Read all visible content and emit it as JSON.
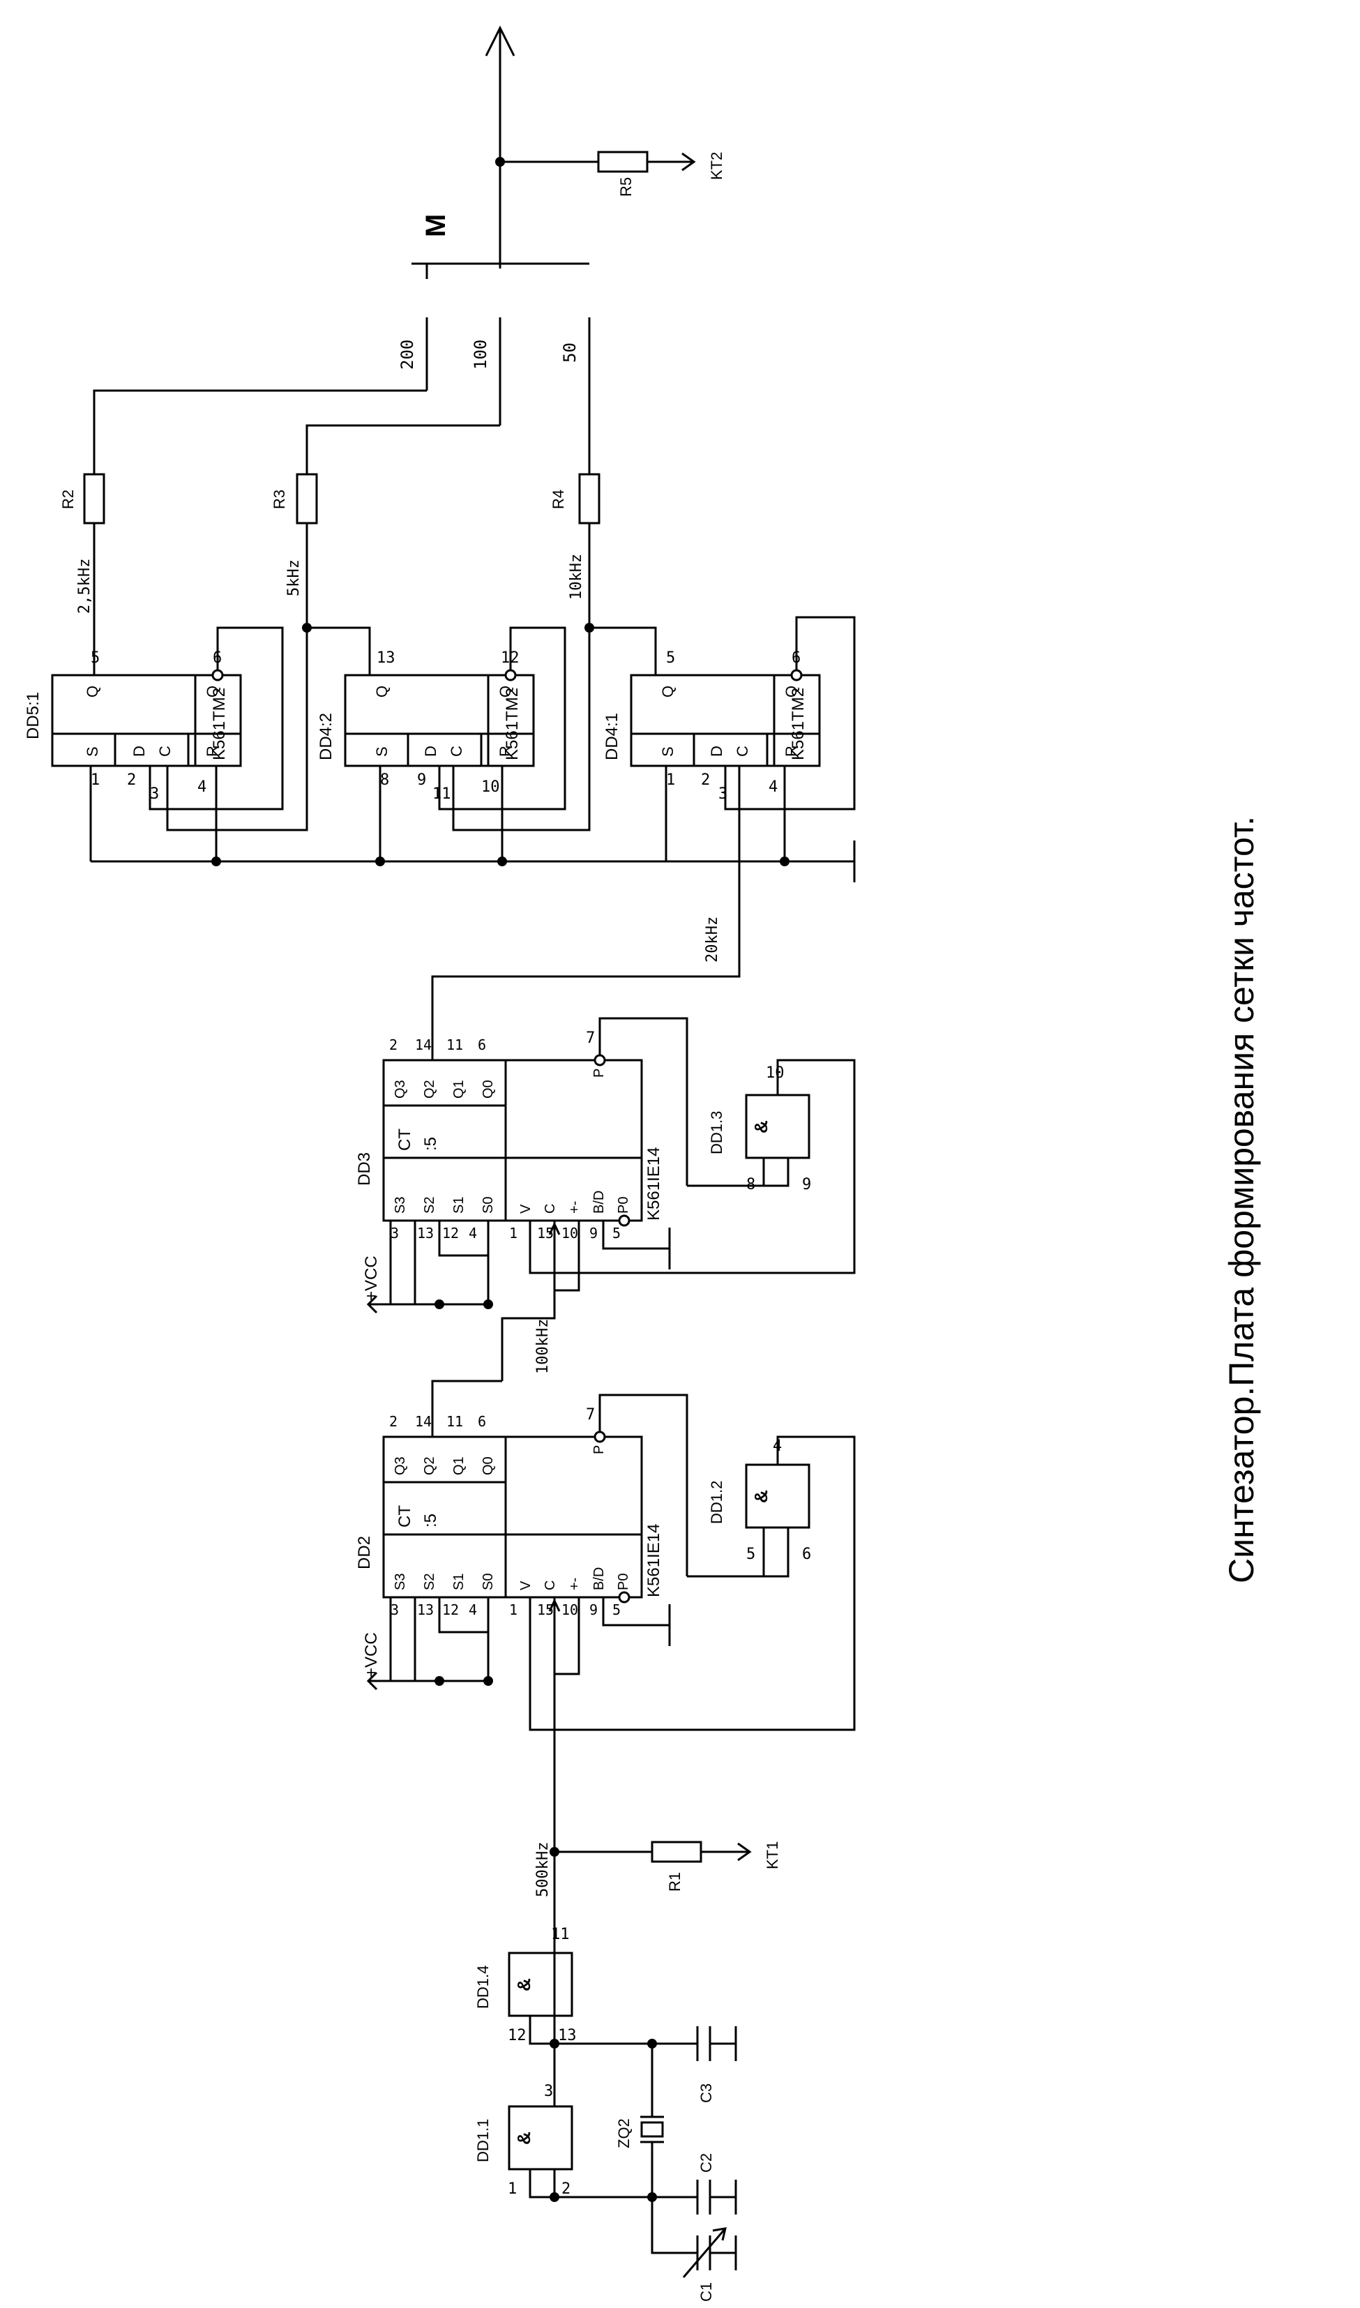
{
  "caption": "Синтезатор.Плата формирования сетки частот.",
  "chips": {
    "dd5_1": {
      "ref": "DD5:1",
      "type": "K561TM2",
      "pins": {
        "s": "S",
        "d": "D",
        "c": "C",
        "r": "R",
        "q": "Q",
        "qn": "Q"
      },
      "pin_numbers": {
        "p5": "5",
        "p6": "6",
        "p1": "1",
        "p2": "2",
        "p3": "3",
        "p4": "4"
      }
    },
    "dd4_2": {
      "ref": "DD4:2",
      "type": "K561TM2",
      "pins": {
        "s": "S",
        "d": "D",
        "c": "C",
        "r": "R",
        "q": "Q",
        "qn": "Q"
      },
      "pin_numbers": {
        "p13": "13",
        "p12": "12",
        "p8": "8",
        "p9": "9",
        "p11": "11",
        "p10": "10"
      }
    },
    "dd4_1": {
      "ref": "DD4:1",
      "type": "K561TM2",
      "pins": {
        "s": "S",
        "d": "D",
        "c": "C",
        "r": "R",
        "q": "Q",
        "qn": "Q"
      },
      "pin_numbers": {
        "p5": "5",
        "p6": "6",
        "p1": "1",
        "p2": "2",
        "p3": "3",
        "p4": "4"
      }
    },
    "dd3": {
      "ref": "DD3",
      "type": "K561IE14",
      "ct": "CT",
      "div": ":5",
      "pins": {
        "q3": "Q3",
        "q2": "Q2",
        "q1": "Q1",
        "q0": "Q0",
        "s3": "S3",
        "s2": "S2",
        "s1": "S1",
        "s0": "S0",
        "v": "V",
        "c": "C",
        "pm": "+-",
        "bd": "B/D",
        "p0": "P0",
        "p": "P"
      },
      "pin_numbers": {
        "p2": "2",
        "p14": "14",
        "p11": "11",
        "p6": "6",
        "p7": "7",
        "p3": "3",
        "p13": "13",
        "p12": "12",
        "p4": "4",
        "p1": "1",
        "p15": "15",
        "p10": "10",
        "p9": "9",
        "p5": "5"
      }
    },
    "dd2": {
      "ref": "DD2",
      "type": "K561IE14",
      "ct": "CT",
      "div": ":5",
      "pins": {
        "q3": "Q3",
        "q2": "Q2",
        "q1": "Q1",
        "q0": "Q0",
        "s3": "S3",
        "s2": "S2",
        "s1": "S1",
        "s0": "S0",
        "v": "V",
        "c": "C",
        "pm": "+-",
        "bd": "B/D",
        "p0": "P0",
        "p": "P"
      },
      "pin_numbers": {
        "p2": "2",
        "p14": "14",
        "p11": "11",
        "p6": "6",
        "p7": "7",
        "p3": "3",
        "p13": "13",
        "p12": "12",
        "p4": "4",
        "p1": "1",
        "p15": "15",
        "p10": "10",
        "p9": "9",
        "p5": "5"
      }
    },
    "dd1_3": {
      "ref": "DD1.3",
      "sym": "&",
      "pins": {
        "a": "8",
        "b": "9",
        "y": "10"
      }
    },
    "dd1_2": {
      "ref": "DD1.2",
      "sym": "&",
      "pins": {
        "a": "5",
        "b": "6",
        "y": "4"
      }
    },
    "dd1_4": {
      "ref": "DD1.4",
      "sym": "&",
      "pins": {
        "a": "12",
        "b": "13",
        "y": "11"
      }
    },
    "dd1_1": {
      "ref": "DD1.1",
      "sym": "&",
      "pins": {
        "a": "1",
        "b": "2",
        "y": "3"
      }
    }
  },
  "parts": {
    "r1": "R1",
    "r2": "R2",
    "r3": "R3",
    "r4": "R4",
    "r5": "R5",
    "c1": "C1",
    "c2": "C2",
    "c3": "C3",
    "zq2": "ZQ2",
    "kt1": "KT1",
    "kt2": "KT2"
  },
  "nets": {
    "f500": "500kHz",
    "f100": "100kHz",
    "f20": "20kHz",
    "f10": "10kHz",
    "f5": "5kHz",
    "f2_5": "2,5kHz",
    "vcc": "+VCC",
    "n200": "200",
    "n100": "100",
    "n50": "50",
    "m": "M"
  }
}
